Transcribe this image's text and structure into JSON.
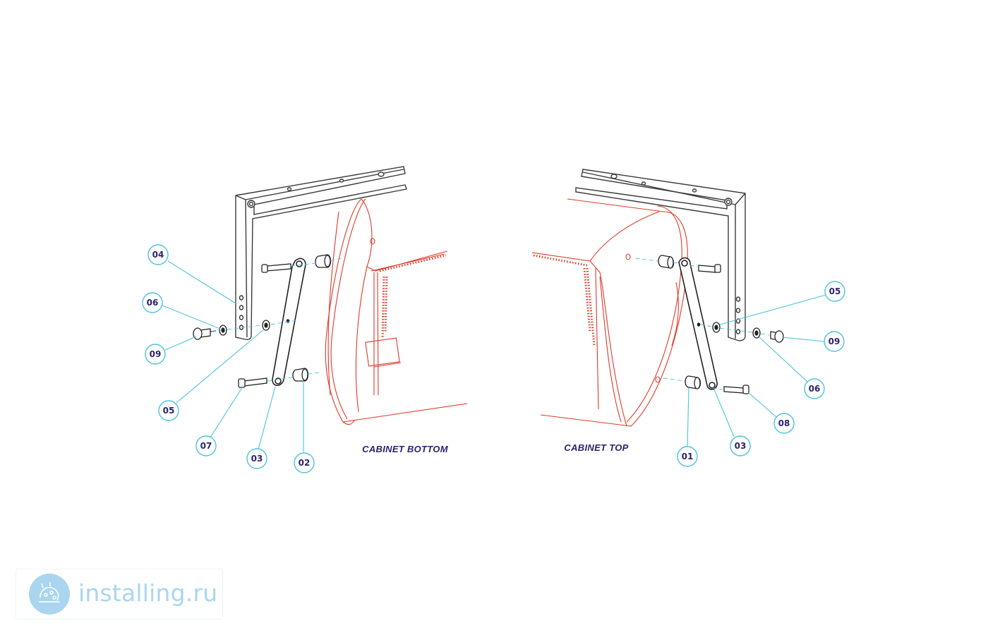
{
  "captions": {
    "cabinet_bottom": "CABINET BOTTOM",
    "cabinet_top": "CABINET TOP"
  },
  "callouts": {
    "left": {
      "c04": "04",
      "c06": "06",
      "c09": "09",
      "c05": "05",
      "c07": "07",
      "c03": "03",
      "c02": "02"
    },
    "right": {
      "c05": "05",
      "c09": "09",
      "c06": "06",
      "c08": "08",
      "c03": "03",
      "c01": "01"
    }
  },
  "watermark": {
    "text": "installing.ru"
  },
  "colors": {
    "bracket": "#3a3a3a",
    "cabinet": "#e0392a",
    "leader": "#4cc3dd",
    "label_text": "#2a2470",
    "watermark": "#a9d6ee"
  }
}
